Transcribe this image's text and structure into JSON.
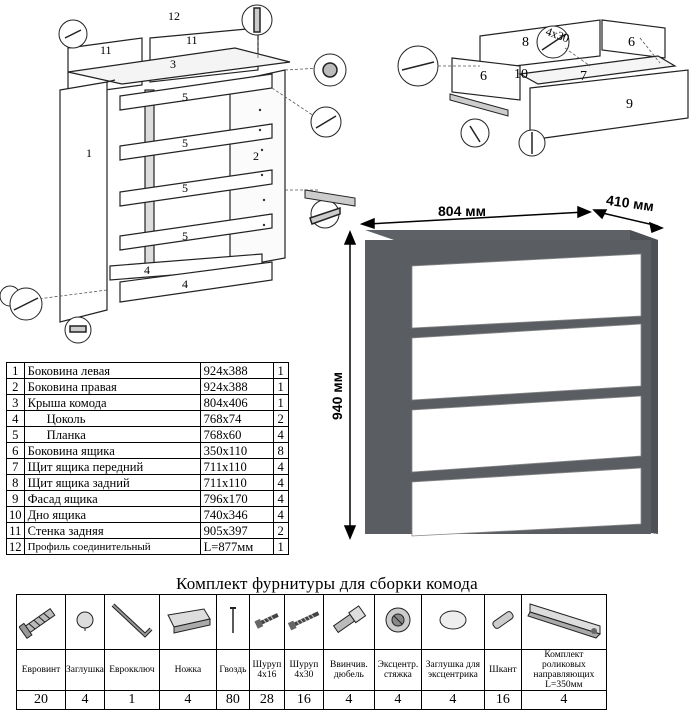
{
  "exploded_view": {
    "labels": [
      "12",
      "11",
      "11",
      "3",
      "5",
      "5",
      "5",
      "5",
      "1",
      "2",
      "4",
      "4"
    ]
  },
  "drawer_view": {
    "labels": [
      "8",
      "6",
      "6",
      "7",
      "10",
      "9"
    ],
    "screw_label": "4x30"
  },
  "dimensions": {
    "width": "804 мм",
    "depth": "410 мм",
    "height": "940 мм"
  },
  "parts": [
    {
      "num": "1",
      "name": "Боковина левая",
      "size": "924x388",
      "qty": "1"
    },
    {
      "num": "2",
      "name": "Боковина правая",
      "size": "924x388",
      "qty": "1"
    },
    {
      "num": "3",
      "name": "Крыша комода",
      "size": "804x406",
      "qty": "1"
    },
    {
      "num": "4",
      "name": "Цоколь",
      "size": "768x74",
      "qty": "2"
    },
    {
      "num": "5",
      "name": "Планка",
      "size": "768x60",
      "qty": "4"
    },
    {
      "num": "6",
      "name": "Боковина ящика",
      "size": "350x110",
      "qty": "8"
    },
    {
      "num": "7",
      "name": "Щит ящика передний",
      "size": "711x110",
      "qty": "4"
    },
    {
      "num": "8",
      "name": "Щит ящика задний",
      "size": "711x110",
      "qty": "4"
    },
    {
      "num": "9",
      "name": "Фасад ящика",
      "size": "796x170",
      "qty": "4"
    },
    {
      "num": "10",
      "name": "Дно ящика",
      "size": "740x346",
      "qty": "4"
    },
    {
      "num": "11",
      "name": "Стенка задняя",
      "size": "905x397",
      "qty": "2"
    },
    {
      "num": "12",
      "name": "Профиль соединительный",
      "size": "L=877мм",
      "qty": "1"
    }
  ],
  "hardware": {
    "title": "Комплект фурнитуры для сборки комода",
    "items": [
      {
        "icon": "euro-screw-icon",
        "label": "Евровинт",
        "qty": "20"
      },
      {
        "icon": "cap-icon",
        "label": "Заглушка",
        "qty": "4"
      },
      {
        "icon": "hex-key-icon",
        "label": "Еврокключ",
        "qty": "1"
      },
      {
        "icon": "leg-icon",
        "label": "Ножка",
        "qty": "4"
      },
      {
        "icon": "nail-icon",
        "label": "Гвоздь",
        "qty": "80"
      },
      {
        "icon": "screw-4x16-icon",
        "label": "Шуруп 4х16",
        "qty": "28"
      },
      {
        "icon": "screw-4x30-icon",
        "label": "Шуруп 4х30",
        "qty": "16"
      },
      {
        "icon": "dowel-icon",
        "label": "Ввинчив. дюбель",
        "qty": "4"
      },
      {
        "icon": "cam-tie-icon",
        "label": "Эксцентр. стяжка",
        "qty": "4"
      },
      {
        "icon": "cam-cap-icon",
        "label": "Заглушка для эксцентрика",
        "qty": "4"
      },
      {
        "icon": "wood-dowel-icon",
        "label": "Шкант",
        "qty": "16"
      },
      {
        "icon": "runner-icon",
        "label": "Комплект роликовых направляющих L=350мм",
        "qty": "4"
      }
    ]
  }
}
